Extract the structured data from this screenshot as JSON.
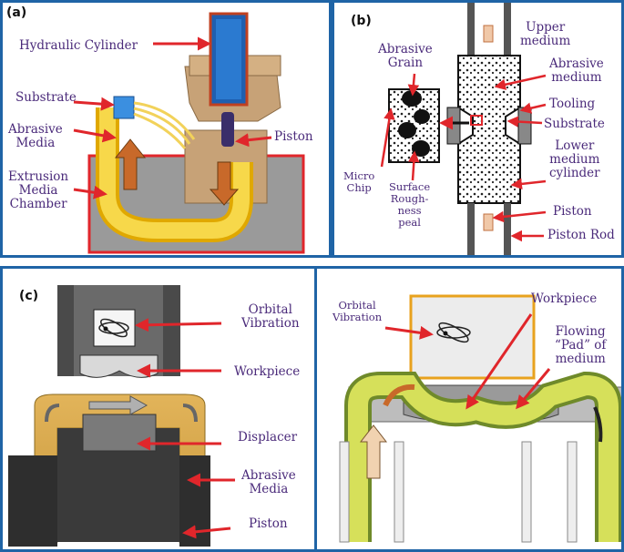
{
  "colors": {
    "frame": "#1f64a6",
    "label_text": "#4a2a7a",
    "arrow_red": "#e0262b",
    "media_yellow": "#f4c81e",
    "media_gold": "#d9a94a",
    "machine_tan": "#c7a277",
    "cylinder_blue": "#1f5fb0",
    "flow_orange": "#c8692a"
  },
  "panel_a": {
    "tag": "(a)",
    "labels": {
      "hydraulic_cylinder": "Hydraulic Cylinder",
      "substrate": "Substrate",
      "abrasive_media": "Abrasive\nMedia",
      "piston": "Piston",
      "extrusion_chamber": "Extrusion\nMedia\nChamber"
    }
  },
  "panel_b": {
    "tag": "(b)",
    "labels": {
      "abrasive_grain": "Abrasive\nGrain",
      "micro_chip": "Micro\nChip",
      "surface_roughness": "Surface\nRough-\nness\npeal",
      "upper_medium": "Upper\nmedium",
      "abrasive_medium": "Abrasive\nmedium",
      "tooling": "Tooling",
      "substrate": "Substrate",
      "lower_cylinder": "Lower\nmedium\ncylinder",
      "piston": "Piston",
      "piston_rod": "Piston Rod"
    }
  },
  "panel_c": {
    "tag": "(c)",
    "left_labels": {
      "orbital_vibration": "Orbital\nVibration",
      "workpiece": "Workpiece",
      "displacer": "Displacer",
      "abrasive_media": "Abrasive\nMedia",
      "piston": "Piston"
    },
    "right_labels": {
      "orbital_vibration": "Orbital\nVibration",
      "workpiece": "Workpiece",
      "flowing_pad": "Flowing\n“Pad” of\nmedium"
    }
  }
}
